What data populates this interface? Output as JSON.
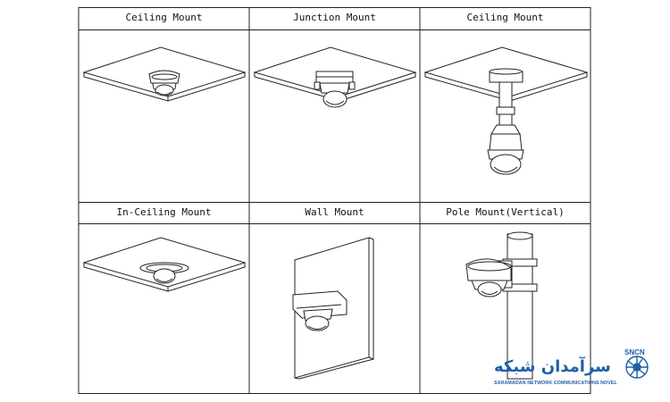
{
  "cells": [
    {
      "title": "Ceiling Mount"
    },
    {
      "title": "Junction Mount"
    },
    {
      "title": "Ceiling Mount"
    },
    {
      "title": "In-Ceiling Mount"
    },
    {
      "title": "Wall Mount"
    },
    {
      "title": "Pole Mount(Vertical)"
    }
  ],
  "logo": {
    "name_fa": "سرآمدان شبکه",
    "name_en": "SARAMADAN NETWORK COMMUNICATIONS NOVEL",
    "badge": "SNCN",
    "color": "#1f5fa8"
  }
}
